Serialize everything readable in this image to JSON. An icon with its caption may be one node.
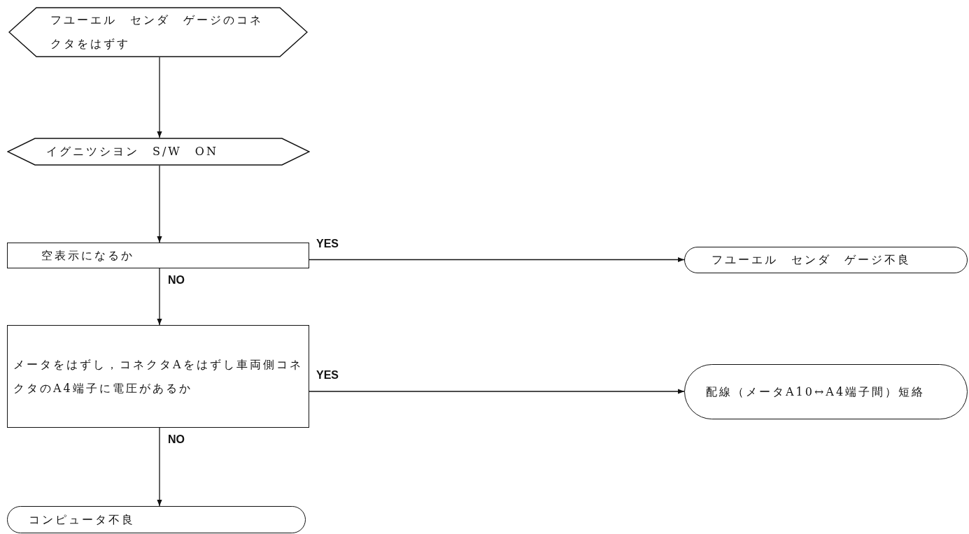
{
  "diagram": {
    "nodes": [
      {
        "text": [
          "フユーエル　センダ　ゲージのコネクタをはずす"
        ]
      },
      {
        "text": [
          "イグニツシヨン　S/W　ON"
        ]
      },
      {
        "text": [
          "空表示になるか"
        ]
      },
      {
        "text": [
          "フユーエル　センダ　ゲージ不良"
        ]
      },
      {
        "text": [
          "メータをはずし，コネクタAをはずし車両側コネクタのA4端子に電圧があるか"
        ]
      },
      {
        "text": [
          "配線（メータA10↔A4端子間）短絡"
        ]
      },
      {
        "text": [
          "コンピュータ不良"
        ]
      }
    ],
    "edges": [
      {
        "from": 0,
        "to": 1,
        "arrow": "to"
      },
      {
        "from": 1,
        "to": 2,
        "arrow": "to"
      },
      {
        "from": 2,
        "to": 3,
        "arrow": "to",
        "label": "YES"
      },
      {
        "from": 2,
        "to": 4,
        "arrow": "to",
        "label": "NO"
      },
      {
        "from": 4,
        "to": 5,
        "arrow": "to",
        "label": "YES"
      },
      {
        "from": 4,
        "to": 6,
        "arrow": "to",
        "label": "NO"
      }
    ]
  }
}
